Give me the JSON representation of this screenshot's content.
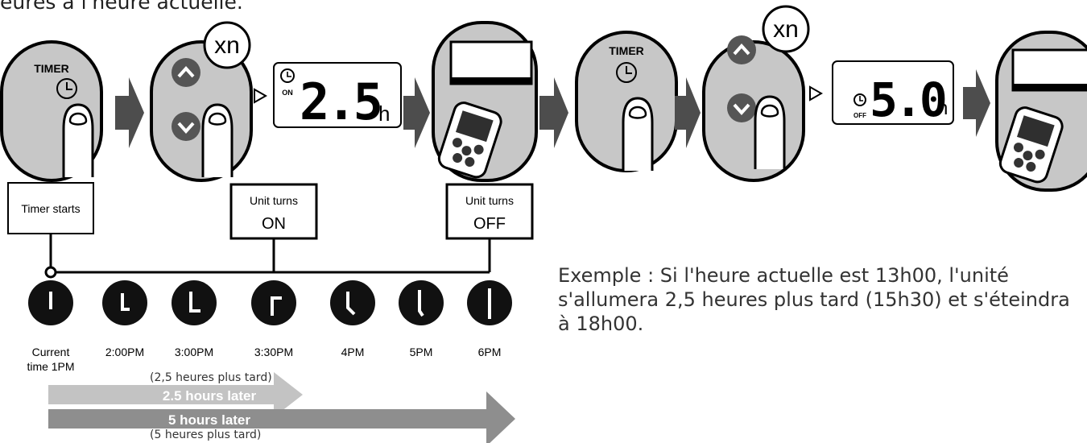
{
  "header_text": "eures à l'heure actuelle.",
  "example_text": "Exemple : Si l'heure actuelle est 13h00, l'unité s'allumera 2,5 heures plus tard (15h30) et s'éteindra à 18h00.",
  "steps": {
    "timer_button_label": "TIMER",
    "repeat_badge": "xn",
    "display_on": {
      "value": "2.5",
      "unit": "h",
      "mode": "ON"
    },
    "display_off": {
      "value": "5.0",
      "unit": "h",
      "mode": "OFF"
    }
  },
  "timeline": {
    "boxes": [
      {
        "line1": "Timer starts",
        "line2": ""
      },
      {
        "line1": "Unit turns",
        "line2": "ON"
      },
      {
        "line1": "Unit turns",
        "line2": "OFF"
      }
    ],
    "clocks": [
      {
        "line1": "Current",
        "line2": "time 1PM"
      },
      {
        "line1": "2:00PM",
        "line2": ""
      },
      {
        "line1": "3:00PM",
        "line2": ""
      },
      {
        "line1": "3:30PM",
        "line2": ""
      },
      {
        "line1": "4PM",
        "line2": ""
      },
      {
        "line1": "5PM",
        "line2": ""
      },
      {
        "line1": "6PM",
        "line2": ""
      }
    ]
  },
  "arrows": {
    "short": {
      "label": "2.5 hours later",
      "note": "(2,5 heures plus tard)"
    },
    "long": {
      "label": "5 hours later",
      "note": "(5 heures plus tard)"
    }
  },
  "colors": {
    "button_fill": "#c7c7c7",
    "arrow": "#4d4d4d",
    "arrow_short": "#c3c3c3",
    "arrow_long": "#8e8e8e",
    "clock_face": "#111111",
    "knob": "#555555"
  }
}
